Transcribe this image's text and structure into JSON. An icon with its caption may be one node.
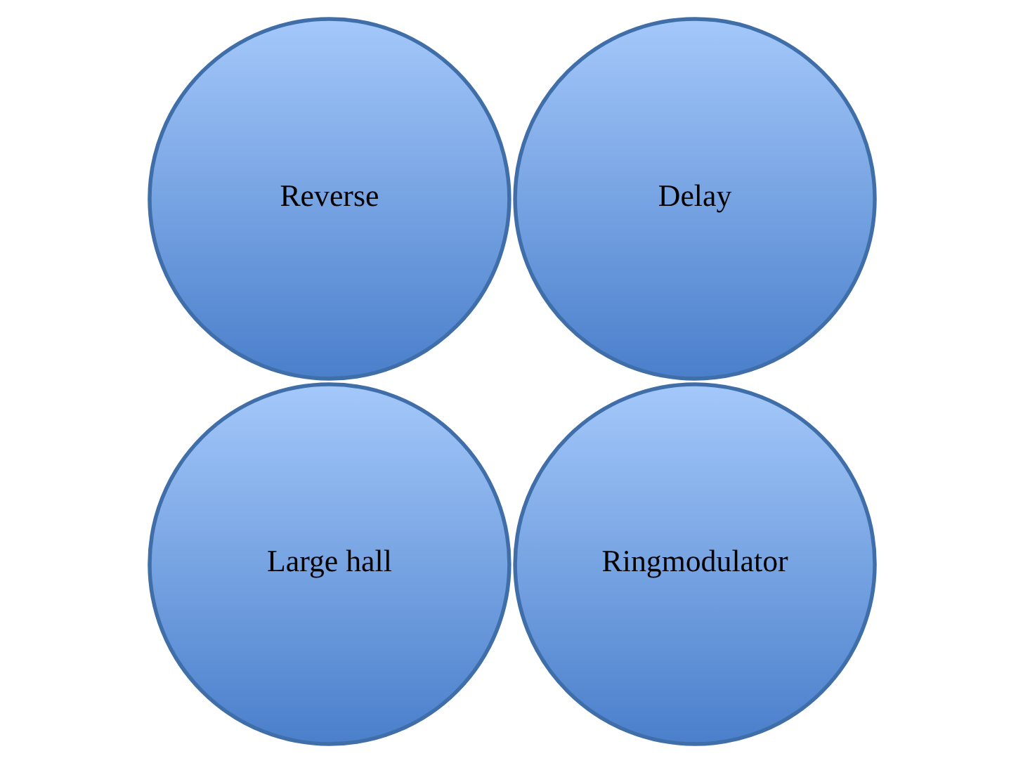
{
  "diagram": {
    "nodes": [
      {
        "text": [
          "Reverse"
        ]
      },
      {
        "text": [
          "Large hall"
        ]
      },
      {
        "text": [
          "Delay"
        ]
      },
      {
        "text": [
          "Ringmodulator"
        ]
      }
    ]
  }
}
